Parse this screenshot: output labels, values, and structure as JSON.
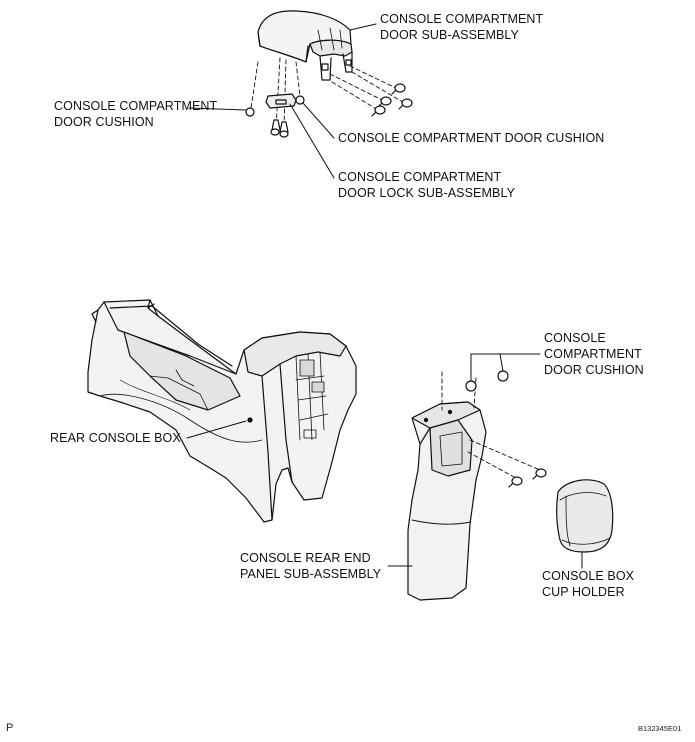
{
  "labels": {
    "door_subassembly": [
      "CONSOLE COMPARTMENT",
      "DOOR SUB-ASSEMBLY"
    ],
    "door_cushion_left": [
      "CONSOLE COMPARTMENT",
      "DOOR CUSHION"
    ],
    "door_cushion_right": "CONSOLE COMPARTMENT DOOR CUSHION",
    "door_lock": [
      "CONSOLE COMPARTMENT",
      "DOOR LOCK SUB-ASSEMBLY"
    ],
    "rear_console_box": "REAR CONSOLE BOX",
    "door_cushion_lower": [
      "CONSOLE",
      "COMPARTMENT",
      "DOOR CUSHION"
    ],
    "rear_end_panel": [
      "CONSOLE REAR END",
      "PANEL SUB-ASSEMBLY"
    ],
    "cup_holder": [
      "CONSOLE BOX",
      "CUP HOLDER"
    ]
  },
  "footer": {
    "left_marker": "P",
    "figure_code": "B132345E01"
  }
}
